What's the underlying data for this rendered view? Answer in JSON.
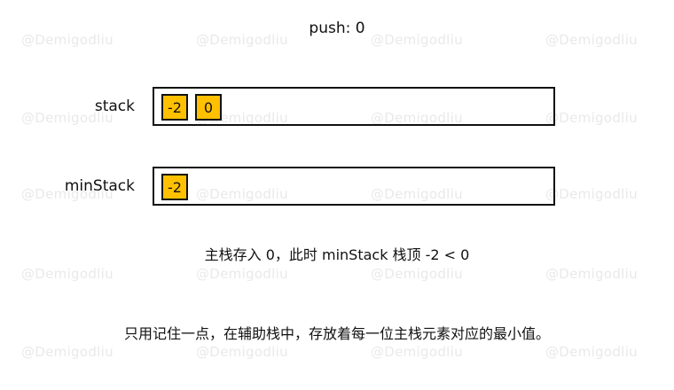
{
  "title": "push:  0",
  "watermark": "@Demigodliu",
  "stacks": [
    {
      "label": "stack",
      "values": [
        "-2",
        "0"
      ]
    },
    {
      "label": "minStack",
      "values": [
        "-2"
      ]
    }
  ],
  "caption1": "主栈存入 0，此时 minStack 栈顶 -2 < 0",
  "caption2": "只用记住一点，在辅助栈中，存放着每一位主栈元素对应的最小值。",
  "colors": {
    "cell_fill": "#ffc000",
    "border": "#111111",
    "watermark": "#e9e9e9"
  }
}
